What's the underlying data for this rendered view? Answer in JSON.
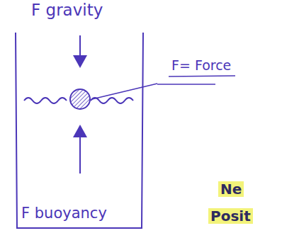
{
  "diagram": {
    "labels": [
      "F gravity",
      "F= Force",
      "F buoyancy",
      "Ne",
      "Posit"
    ]
  }
}
